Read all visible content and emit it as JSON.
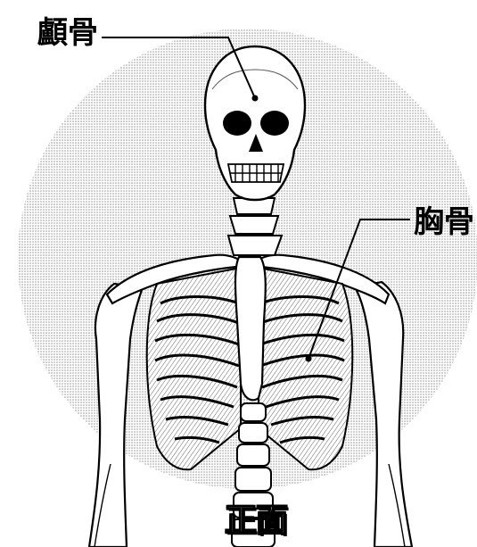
{
  "labels": {
    "skull": "顱骨",
    "sternum": "胸骨"
  },
  "caption": "正面",
  "colors": {
    "background": "#ffffff",
    "halftone_circle": "#c8c8c8",
    "line_art": "#000000",
    "bone_fill": "#ffffff"
  }
}
